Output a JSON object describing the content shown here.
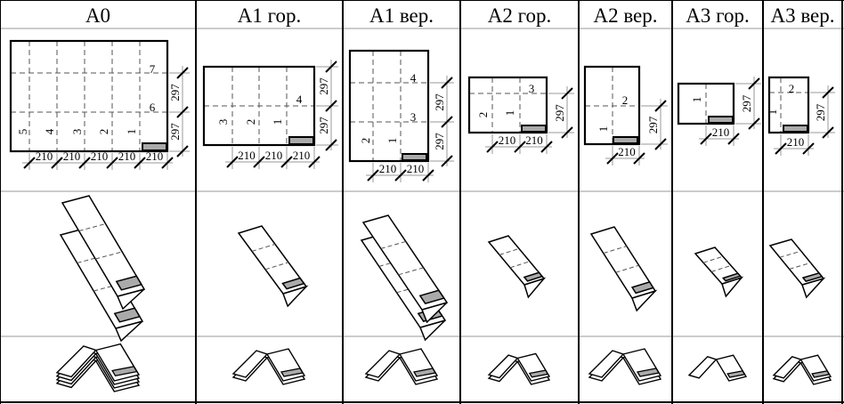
{
  "headers": [
    "A0",
    "A1 гор.",
    "A1 вер.",
    "A2 гор.",
    "A2 вер.",
    "A3 гор.",
    "A3 вер."
  ],
  "sheets": [
    {
      "labels": [
        "5",
        "4",
        "3",
        "2",
        "1",
        "6",
        "7"
      ],
      "dims_h": [
        "210",
        "210",
        "210",
        "210",
        "210"
      ],
      "dims_v": [
        "297",
        "297"
      ]
    },
    {
      "labels": [
        "3",
        "2",
        "1",
        "4"
      ],
      "dims_h": [
        "210",
        "210",
        "210"
      ],
      "dims_v": [
        "297",
        "297"
      ]
    },
    {
      "labels": [
        "2",
        "1",
        "3",
        "4"
      ],
      "dims_h": [
        "210",
        "210"
      ],
      "dims_v": [
        "297",
        "297"
      ]
    },
    {
      "labels": [
        "2",
        "1",
        "3"
      ],
      "dims_h": [
        "210",
        "210"
      ],
      "dims_v": [
        "297"
      ]
    },
    {
      "labels": [
        "1",
        "2"
      ],
      "dims_h": [
        "210"
      ],
      "dims_v": [
        "297"
      ]
    },
    {
      "labels": [
        "1"
      ],
      "dims_h": [
        "210"
      ],
      "dims_v": [
        "297"
      ]
    },
    {
      "labels": [
        "1",
        "2"
      ],
      "dims_h": [
        "210"
      ],
      "dims_v": [
        "297"
      ]
    }
  ],
  "colors": {
    "stamp_fill": "#aaaaaa",
    "fold_line": "#555555",
    "grid_line": "#999999"
  }
}
